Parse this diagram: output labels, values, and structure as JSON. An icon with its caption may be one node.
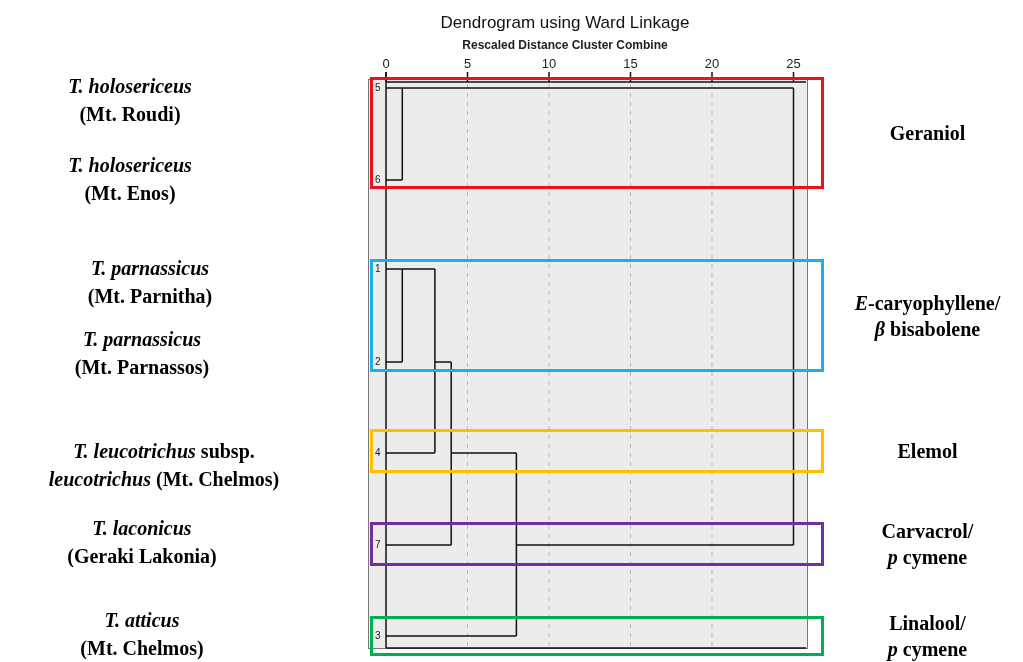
{
  "diagram": {
    "title": "Dendrogram using Ward Linkage",
    "nodes": [
      {
        "text": [
          "Geraniol"
        ]
      },
      {
        "text": [
          "*E*-caryophyllene/ *β* bisabolene"
        ]
      },
      {
        "text": [
          "Elemol"
        ]
      },
      {
        "text": [
          "Carvacrol/ *p* cymene"
        ]
      },
      {
        "text": [
          "Linalool/ *p* cymene"
        ]
      }
    ],
    "labels": [
      "Rescaled Distance Cluster Combine",
      "0",
      "5",
      "10",
      "15",
      "20",
      "25",
      "T. holosericeus",
      "(Mt. Roudi)",
      "T. holosericeus",
      "(Mt. Enos)",
      "T. parnassicus",
      "(Mt. Parnitha)",
      "T. parnassicus",
      "(Mt. Parnassos)",
      "*T. leucotrichus* subsp.",
      "*leucotrichus* (Mt. Chelmos)",
      "T. laconicus",
      "(Geraki Lakonia)",
      "T. atticus",
      "(Mt. Chelmos)",
      "5",
      "6",
      "1",
      "2",
      "4",
      "7",
      "3"
    ]
  }
}
